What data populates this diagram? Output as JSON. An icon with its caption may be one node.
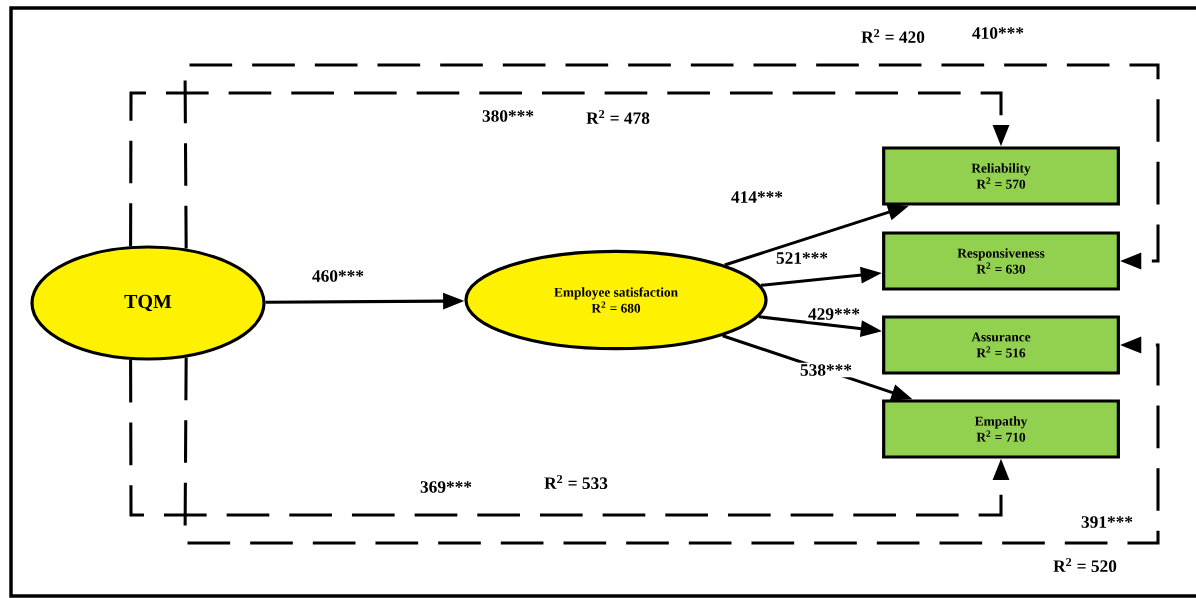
{
  "diagram": {
    "nodes": [
      {
        "text": [
          "TQM"
        ]
      },
      {
        "text": [
          "Employee satisfaction",
          "R$^{2}$ = 680"
        ]
      },
      {
        "text": [
          "Reliability",
          "R$^{2}$ = 570"
        ]
      },
      {
        "text": [
          "Responsiveness",
          "R$^{2}$ = 630"
        ]
      },
      {
        "text": [
          "Assurance",
          "R$^{2}$ = 516"
        ]
      },
      {
        "text": [
          "Empathy",
          "R$^{2}$ = 710"
        ]
      }
    ],
    "edges": [
      {
        "from": 0,
        "to": 1,
        "arrow": "to",
        "label": "460***"
      },
      {
        "from": 1,
        "to": 2,
        "arrow": "to",
        "label": "414***"
      },
      {
        "from": 1,
        "to": 3,
        "arrow": "to",
        "label": "521***"
      },
      {
        "from": 1,
        "to": 4,
        "arrow": "to",
        "label": "429***"
      },
      {
        "from": 1,
        "to": 5,
        "arrow": "to",
        "label": "538***"
      },
      {
        "from": 0,
        "to": 2,
        "arrow": "to",
        "label": "380***",
        "style": "dashed"
      },
      {
        "from": 0,
        "to": 3,
        "arrow": "to",
        "label": "410***",
        "style": "dashed"
      },
      {
        "from": 0,
        "to": 4,
        "arrow": "to",
        "label": "391***",
        "style": "dashed"
      },
      {
        "from": 0,
        "to": 5,
        "arrow": "to",
        "label": "369***",
        "style": "dashed"
      }
    ],
    "labels": [
      "R$^{2}$ = 420",
      "R$^{2}$ = 478",
      "R$^{2}$ = 533",
      "R$^{2}$ = 520"
    ]
  }
}
